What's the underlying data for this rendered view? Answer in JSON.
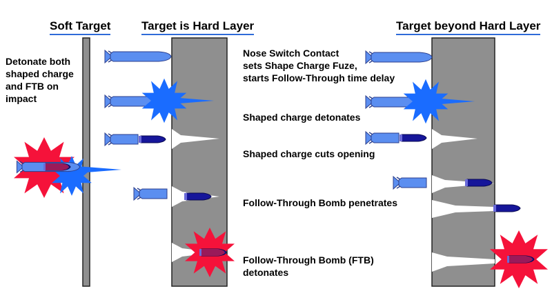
{
  "headers": {
    "soft_target": "Soft Target",
    "hard_layer": "Target is Hard Layer",
    "beyond_hard_layer": "Target beyond Hard Layer"
  },
  "soft_target_caption": {
    "line1": "Detonate both",
    "line2": "shaped charge",
    "line3": "and FTB on",
    "line4": "impact"
  },
  "steps": [
    {
      "line1": "Nose Switch Contact",
      "line2": "sets Shape Charge Fuze,",
      "line3": "starts Follow-Through time delay"
    },
    {
      "line1": "Shaped charge detonates"
    },
    {
      "line1": "Shaped charge cuts opening"
    },
    {
      "line1": "Follow-Through Bomb penetrates"
    },
    {
      "line1": "Follow-Through Bomb (FTB)",
      "line2": "detonates"
    }
  ],
  "colors": {
    "header_underline": "#2f6bd8",
    "wall": "#8f8f8f",
    "munition": "#5b8ef0",
    "ftb": "#16169a",
    "blast_blue": "#1a6cff",
    "blast_red": "#f5123a"
  }
}
